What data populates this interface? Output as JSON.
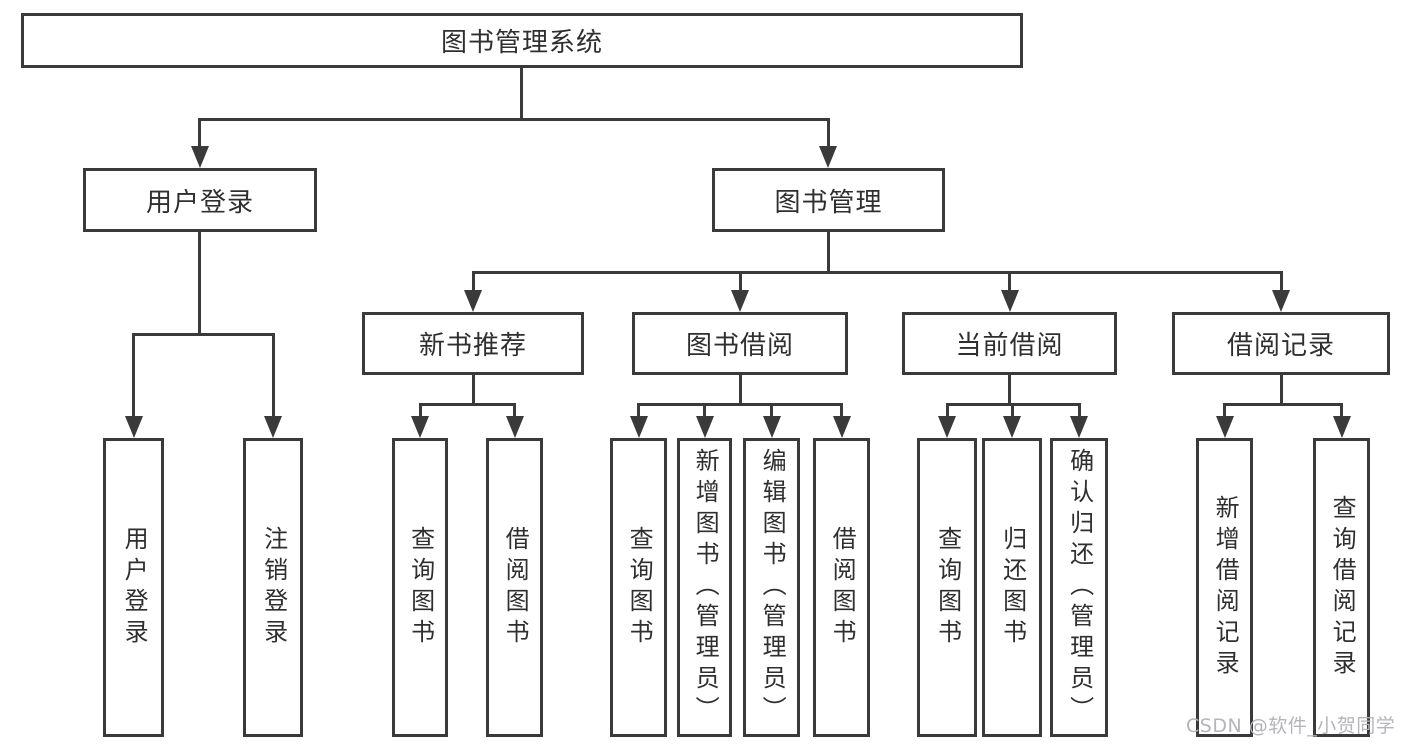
{
  "diagram": {
    "root": {
      "label": "图书管理系统"
    },
    "branches": [
      {
        "label": "用户登录",
        "leaves": [
          "用户登录",
          "注销登录"
        ]
      },
      {
        "label": "图书管理",
        "groups": [
          {
            "label": "新书推荐",
            "leaves": [
              "查询图书",
              "借阅图书"
            ]
          },
          {
            "label": "图书借阅",
            "leaves": [
              "查询图书",
              "新增图书（管理员）",
              "编辑图书（管理员）",
              "借阅图书"
            ]
          },
          {
            "label": "当前借阅",
            "leaves": [
              "查询图书",
              "归还图书",
              "确认归还（管理员）"
            ]
          },
          {
            "label": "借阅记录",
            "leaves": [
              "新增借阅记录",
              "查询借阅记录"
            ]
          }
        ]
      }
    ]
  },
  "watermark": "CSDN @软件_小贺同学",
  "colors": {
    "line": "#3a3a3a",
    "text": "#2f2f2f",
    "watermark": "#b4b4bc",
    "background": "#ffffff"
  }
}
